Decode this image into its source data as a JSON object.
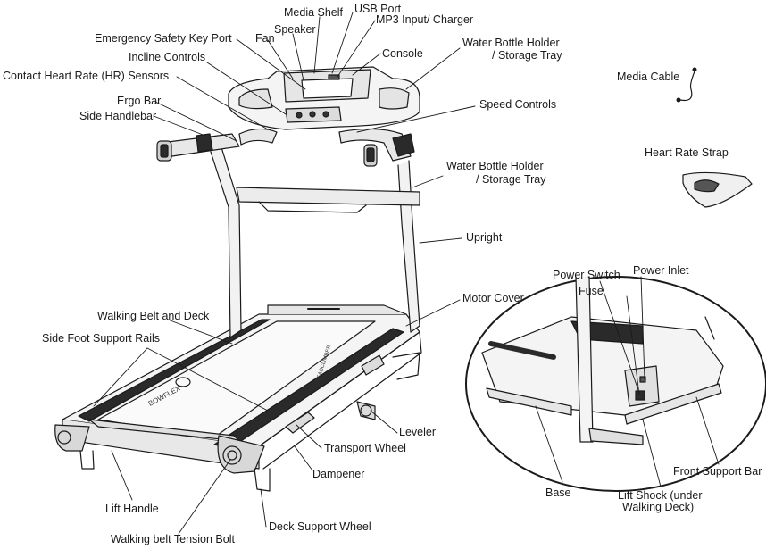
{
  "labels": {
    "media_shelf": "Media Shelf",
    "usb_port": "USB Port",
    "mp3_input": "MP3 Input/ Charger",
    "emergency_key": "Emergency Safety Key Port",
    "fan": "Fan",
    "speaker": "Speaker",
    "console": "Console",
    "water_bottle_top_1": "Water Bottle Holder",
    "water_bottle_top_2": "/ Storage Tray",
    "incline_controls": "Incline Controls",
    "contact_hr": "Contact Heart Rate (HR) Sensors",
    "ergo_bar": "Ergo Bar",
    "side_handlebar": "Side Handlebar",
    "speed_controls": "Speed Controls",
    "media_cable": "Media Cable",
    "heart_rate_strap": "Heart Rate Strap",
    "water_bottle_mid_1": "Water Bottle Holder",
    "water_bottle_mid_2": "/ Storage Tray",
    "upright": "Upright",
    "power_switch": "Power Switch",
    "power_inlet": "Power Inlet",
    "fuse": "Fuse",
    "motor_cover": "Motor Cover",
    "walking_belt": "Walking Belt and Deck",
    "side_foot_rails": "Side Foot Support Rails",
    "leveler": "Leveler",
    "transport_wheel": "Transport Wheel",
    "dampener": "Dampener",
    "lift_handle": "Lift Handle",
    "deck_support_wheel": "Deck Support Wheel",
    "tension_bolt": "Walking belt Tension Bolt",
    "base": "Base",
    "lift_shock_1": "Lift Shock (under",
    "lift_shock_2": "Walking Deck)",
    "front_support_bar": "Front Support Bar"
  },
  "deck_text": {
    "brand": "BOWFLEX",
    "model": "TREADCLIMBER"
  }
}
